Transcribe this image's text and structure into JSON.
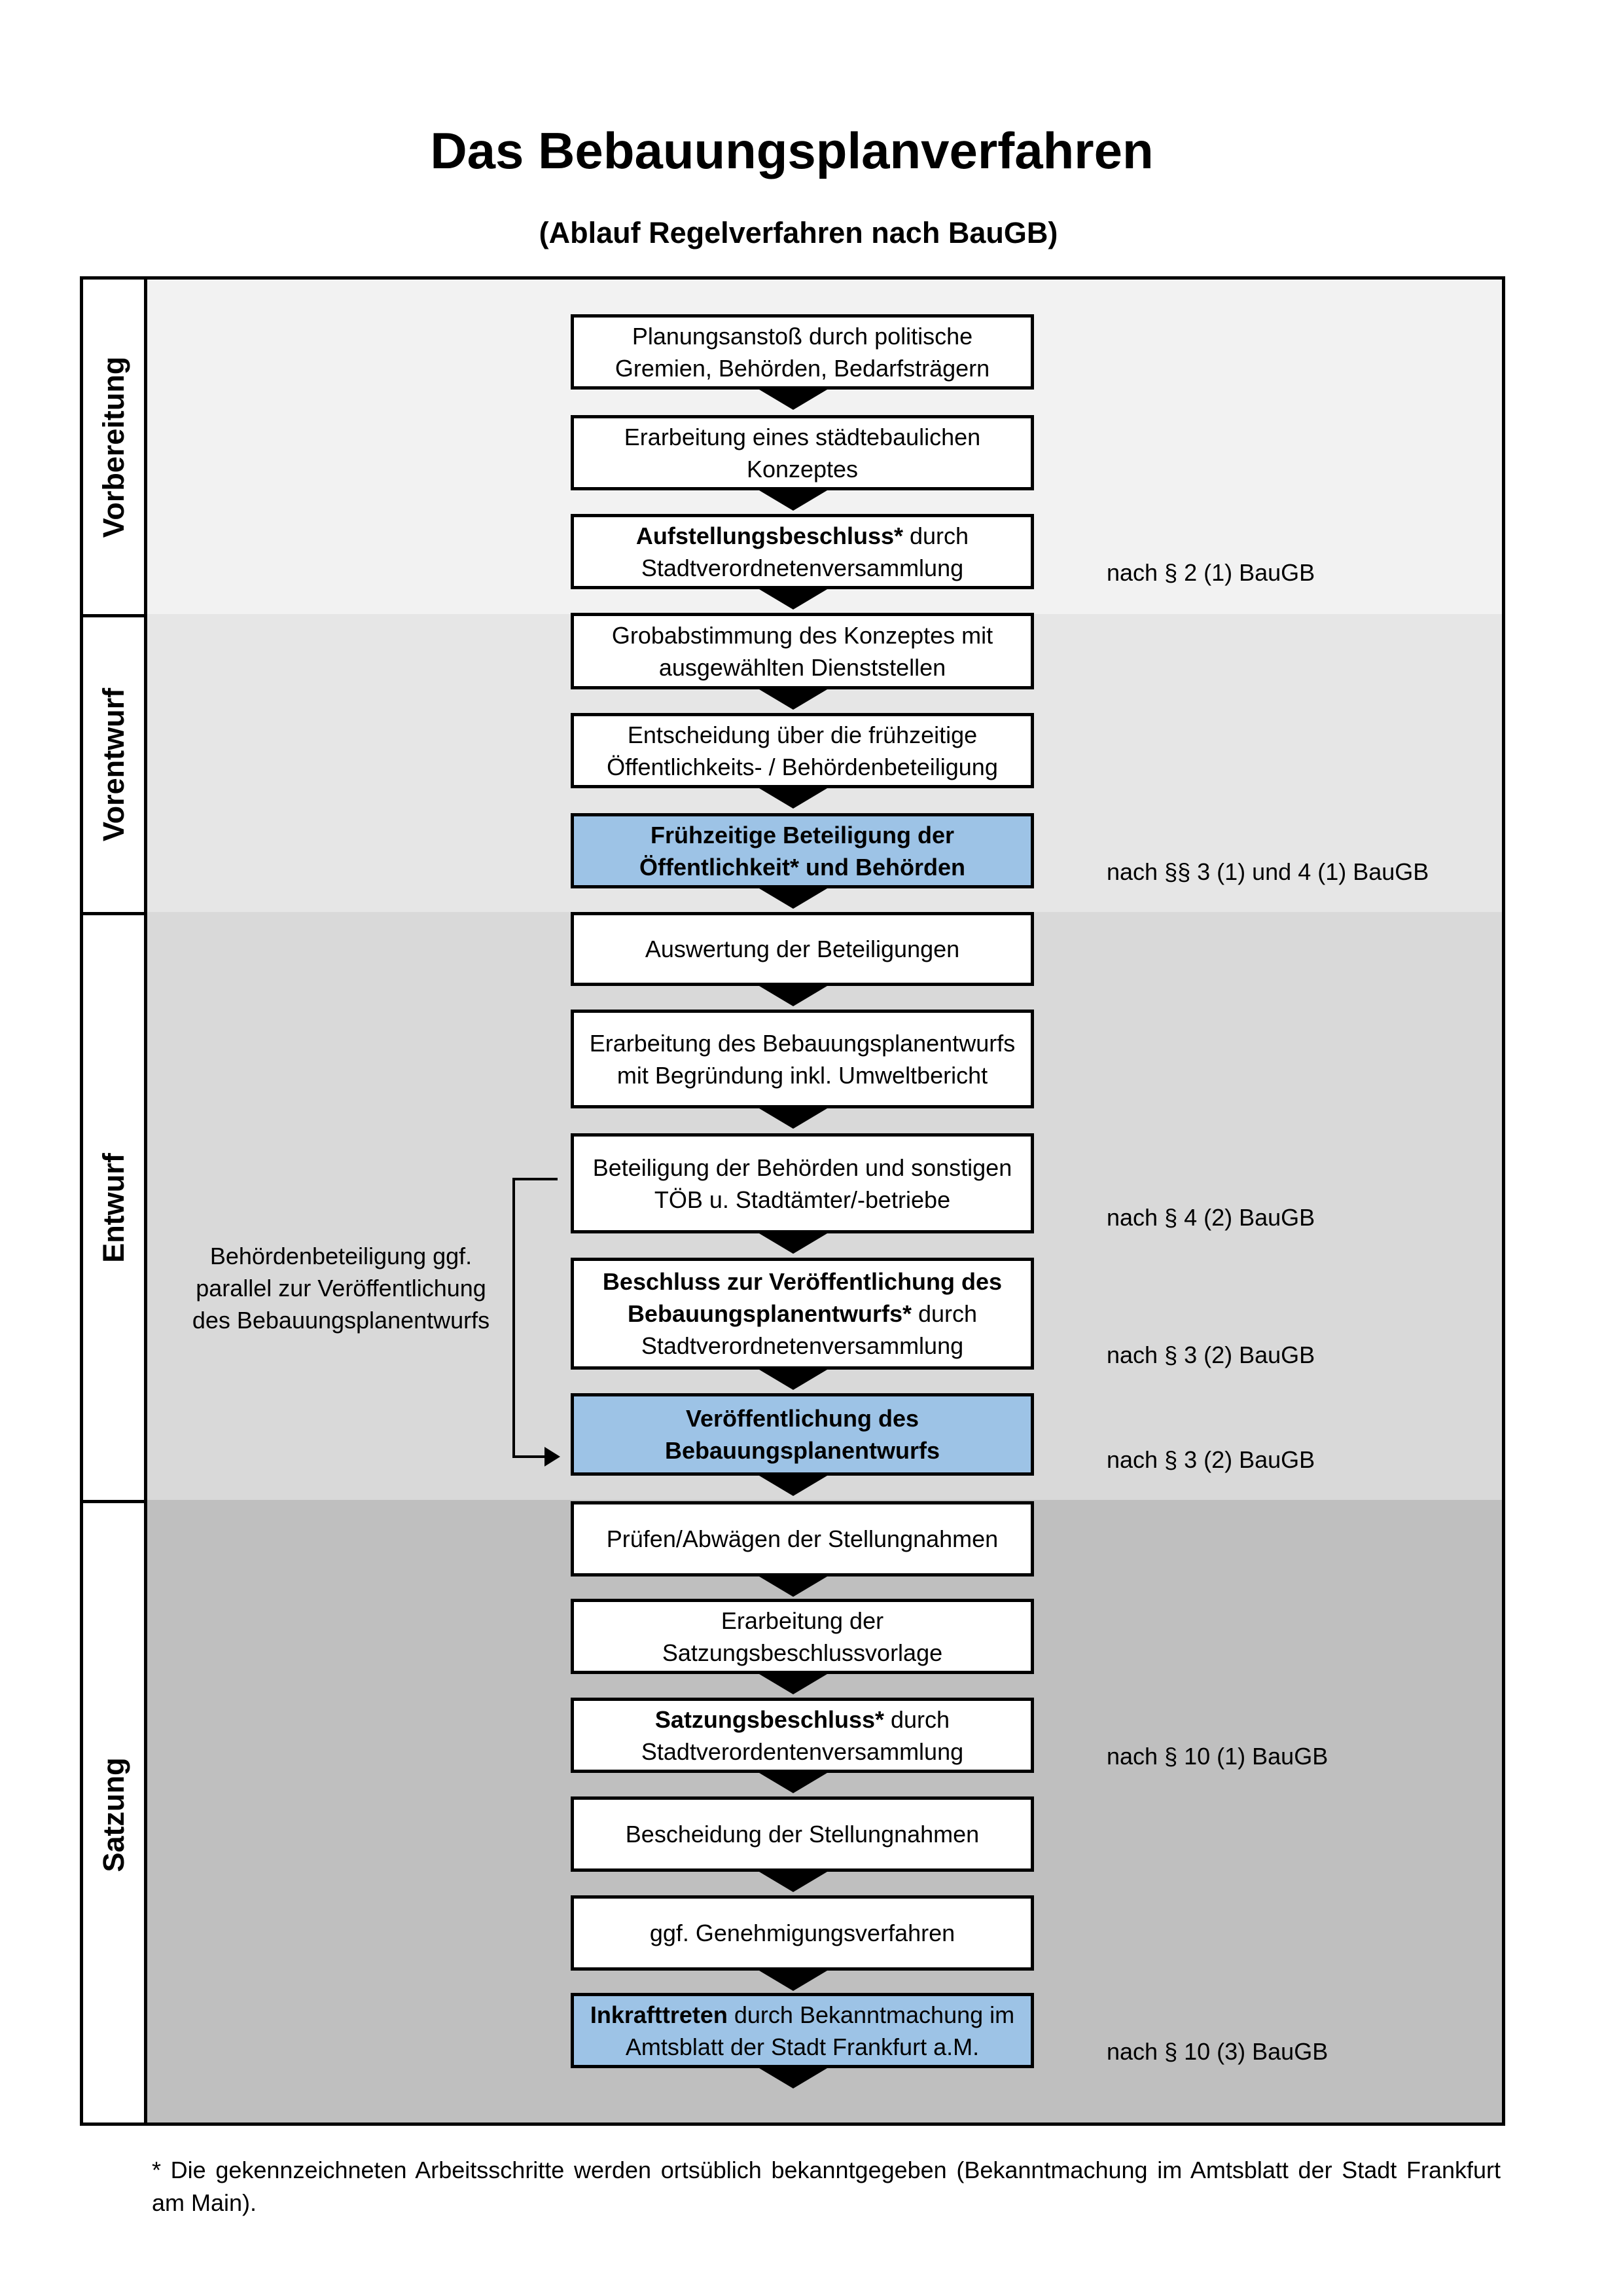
{
  "title": "Das Bebauungsplanverfahren",
  "subtitle": "(Ablauf Regelverfahren nach BauGB)",
  "colors": {
    "phase1": "#f2f2f2",
    "phase2": "#e6e6e6",
    "phase3": "#d9d9d9",
    "phase4": "#bfbfbf",
    "highlight": "#9dc3e6"
  },
  "phases": [
    "Vorbereitung",
    "Vorentwurf",
    "Entwurf",
    "Satzung"
  ],
  "steps": [
    {
      "bold": "",
      "text": "Planungsanstoß durch politische Gremien, Behörden, Bedarfsträgern"
    },
    {
      "bold": "",
      "text": "Erarbeitung eines städtebaulichen Konzeptes"
    },
    {
      "bold": "Aufstellungsbeschluss*",
      "text": " durch Stadtverordnetenversammlung"
    },
    {
      "bold": "",
      "text": "Grobabstimmung des Konzeptes mit ausgewählten Dienststellen"
    },
    {
      "bold": "",
      "text": "Entscheidung über die frühzeitige Öffentlichkeits- / Behördenbeteiligung"
    },
    {
      "bold": "Frühzeitige Beteiligung der Öffentlichkeit* und Behörden",
      "text": ""
    },
    {
      "bold": "",
      "text": "Auswertung der Beteiligungen"
    },
    {
      "bold": "",
      "text": "Erarbeitung des Bebauungsplanentwurfs mit Begründung inkl. Umweltbericht"
    },
    {
      "bold": "",
      "text": "Beteiligung der Behörden und sonstigen TÖB u. Stadtämter/-betriebe"
    },
    {
      "bold": "Beschluss zur Veröffentlichung des Bebauungsplanentwurfs*",
      "text": " durch Stadtverordnetenversammlung"
    },
    {
      "bold": "Veröffentlichung des Bebauungsplanentwurfs",
      "text": ""
    },
    {
      "bold": "",
      "text": "Prüfen/Abwägen der Stellungnahmen"
    },
    {
      "bold": "",
      "text": "Erarbeitung der Satzungsbeschlussvorlage"
    },
    {
      "bold": "Satzungsbeschluss*",
      "text": " durch Stadtverordentenversammlung"
    },
    {
      "bold": "",
      "text": "Bescheidung der Stellungnahmen"
    },
    {
      "bold": "",
      "text": "ggf. Genehmigungsverfahren"
    },
    {
      "bold": "Inkrafttreten",
      "text": " durch Bekanntmachung im Amtsblatt der Stadt Frankfurt a.M."
    }
  ],
  "notes": [
    "nach § 2 (1) BauGB",
    "nach §§ 3 (1) und 4 (1) BauGB",
    "nach § 4 (2) BauGB",
    "nach § 3 (2) BauGB",
    "nach § 3 (2) BauGB",
    "nach § 10 (1) BauGB",
    "nach § 10 (3) BauGB"
  ],
  "side_note": "Behördenbeteiligung ggf. parallel zur Veröffentlichung des Bebauungsplanentwurfs",
  "footnote": "* Die gekennzeichneten Arbeitsschritte werden ortsüblich bekanntgegeben (Bekanntmachung im Amtsblatt  der Stadt Frankfurt am Main)."
}
